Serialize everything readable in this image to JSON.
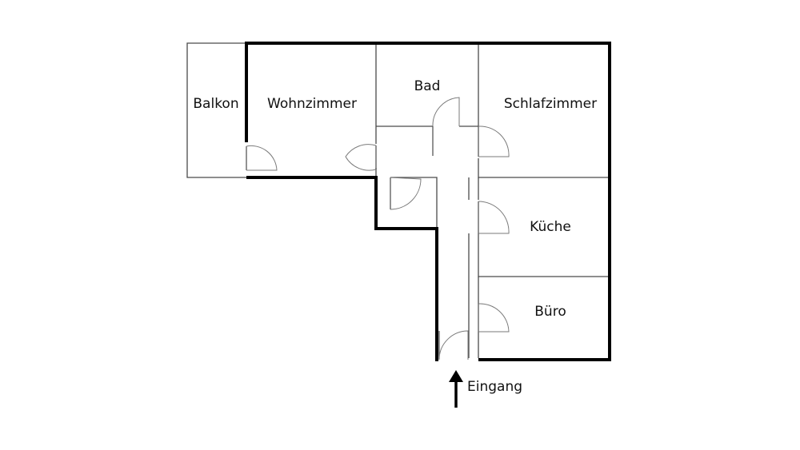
{
  "floor_plan": {
    "rooms": {
      "balkon": "Balkon",
      "wohnzimmer": "Wohnzimmer",
      "bad": "Bad",
      "schlafzimmer": "Schlafzimmer",
      "kueche": "Küche",
      "buero": "Büro"
    },
    "entrance_label": "Eingang",
    "colors": {
      "wall": "#000000",
      "thin_wall": "#4a4a4a",
      "door_arc": "#7a7a7a",
      "background": "#ffffff"
    }
  }
}
